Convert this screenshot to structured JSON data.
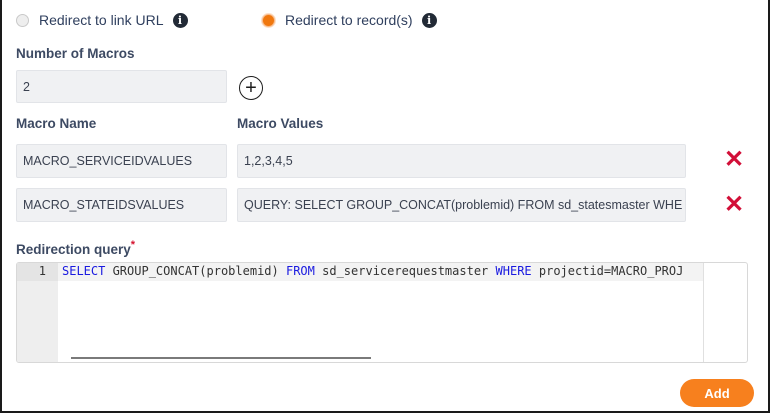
{
  "redirect": {
    "options": [
      {
        "label": "Redirect to link URL",
        "checked": false
      },
      {
        "label": "Redirect to record(s)",
        "checked": true
      }
    ],
    "info_glyph": "i"
  },
  "macros": {
    "count_label": "Number of Macros",
    "count_value": "2",
    "add_glyph": "+",
    "name_header": "Macro Name",
    "values_header": "Macro Values",
    "rows": [
      {
        "name": "MACRO_SERVICEIDVALUES",
        "value": "1,2,3,4,5"
      },
      {
        "name": "MACRO_STATEIDSVALUES",
        "value": "QUERY: SELECT GROUP_CONCAT(problemid) FROM sd_statesmaster WHE"
      }
    ],
    "delete_glyph": "✕"
  },
  "query": {
    "label": "Redirection query",
    "required_mark": "*",
    "line_number": "1",
    "tokens": {
      "kw_select": "SELECT",
      "t1": " GROUP_CONCAT(problemid) ",
      "kw_from": "FROM",
      "t2": " sd_servicerequestmaster ",
      "kw_where": "WHERE",
      "t3": " projectid=MACRO_PROJ"
    }
  },
  "footer": {
    "add_label": "Add"
  },
  "colors": {
    "accent": "#f7801e",
    "delete": "#d20f38",
    "label": "#3d4a63",
    "keyword": "#1a1ae0"
  }
}
